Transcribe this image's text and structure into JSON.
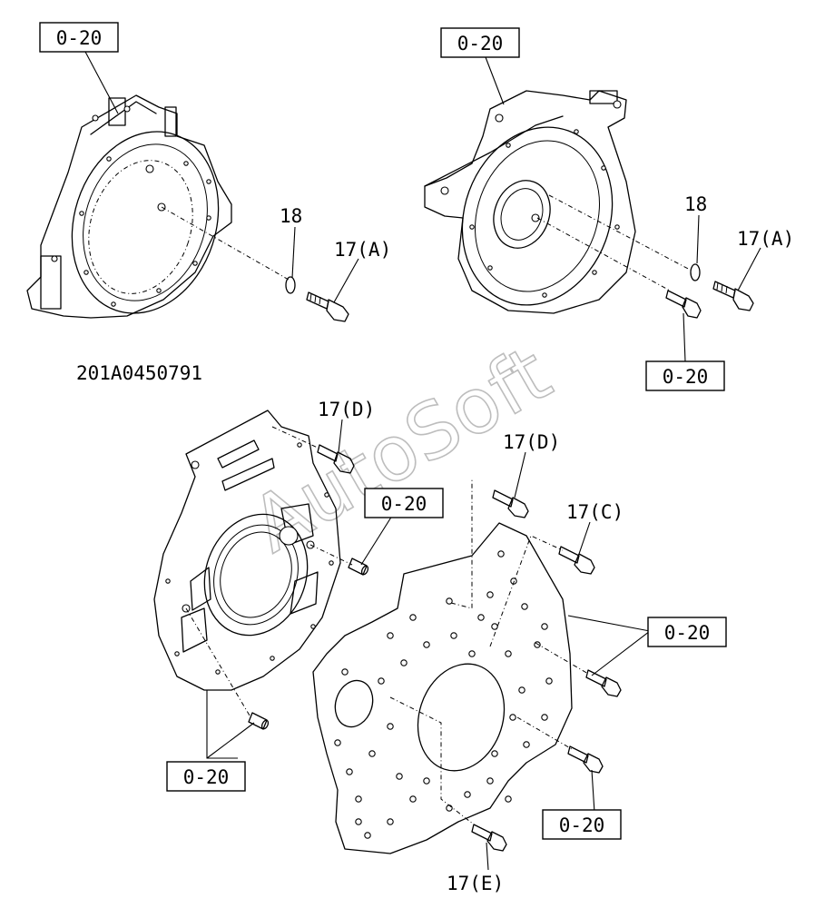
{
  "drawing_number": "201A0450791",
  "watermark": "AutoSoft",
  "callouts": {
    "ref_top_left": "0-20",
    "ref_top_right": "0-20",
    "ref_bolt_right": "0-20",
    "ref_dowel_upper": "0-20",
    "ref_dowel_lower": "0-20",
    "ref_plate_right": "0-20",
    "ref_plate_bottom": "0-20",
    "part_18_left": "18",
    "part_17a_left": "17(A)",
    "part_18_right": "18",
    "part_17a_right": "17(A)",
    "part_17d_upper": "17(D)",
    "part_17d_lower": "17(D)",
    "part_17c": "17(C)",
    "part_17e": "17(E)"
  }
}
